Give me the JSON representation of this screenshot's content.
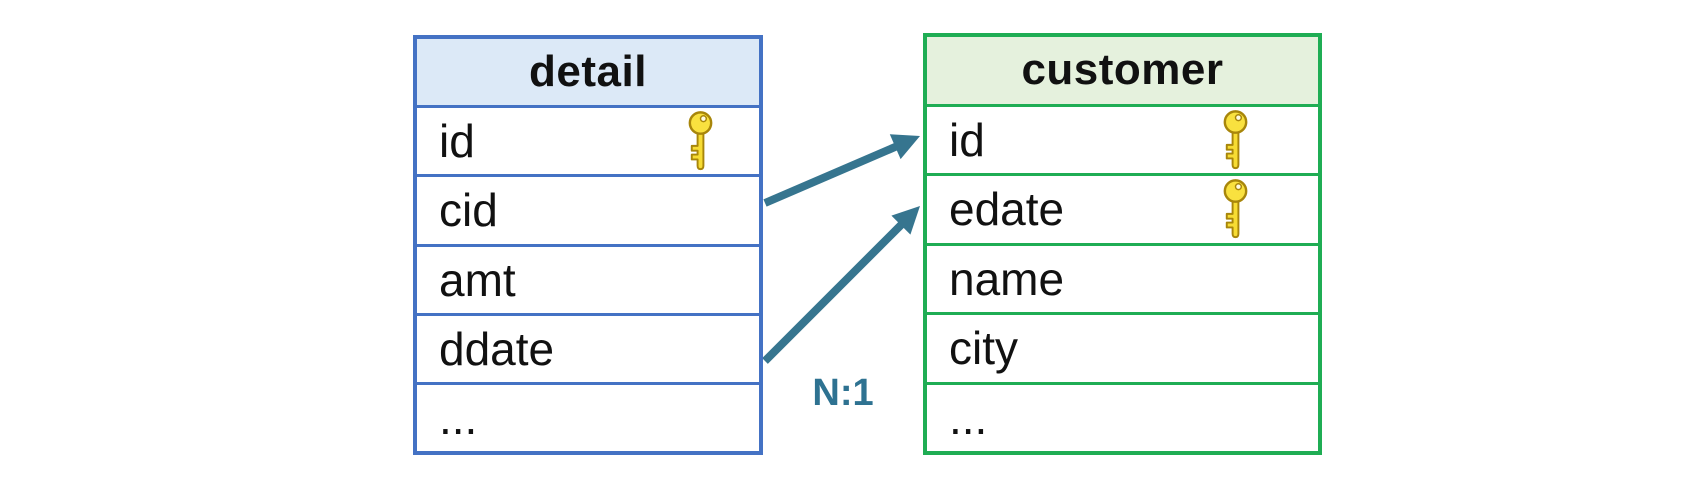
{
  "tables": [
    {
      "name": "detail",
      "border_color": "#4472C4",
      "header_bg": "#DCE9F7",
      "columns": [
        {
          "label": "id",
          "key": true
        },
        {
          "label": "cid",
          "key": false
        },
        {
          "label": "amt",
          "key": false
        },
        {
          "label": "ddate",
          "key": false
        },
        {
          "label": "...",
          "key": false
        }
      ]
    },
    {
      "name": "customer",
      "border_color": "#1FAD54",
      "header_bg": "#E5F1DD",
      "columns": [
        {
          "label": "id",
          "key": true
        },
        {
          "label": "edate",
          "key": true
        },
        {
          "label": "name",
          "key": false
        },
        {
          "label": "city",
          "key": false
        },
        {
          "label": "...",
          "key": false
        }
      ]
    }
  ],
  "relationship": {
    "label": "N:1",
    "label_color": "#2E7291",
    "arrow_color": "#36758F",
    "arrows": [
      {
        "from_table": "detail",
        "from_column": "cid",
        "to_table": "customer",
        "to_column": "id"
      },
      {
        "from_table": "detail",
        "from_column": "ddate",
        "to_table": "customer",
        "to_column": "edate"
      }
    ]
  },
  "icons": {
    "primary_key": "key-icon",
    "key_fill": "#F7DC33",
    "key_outline": "#A8860B"
  }
}
